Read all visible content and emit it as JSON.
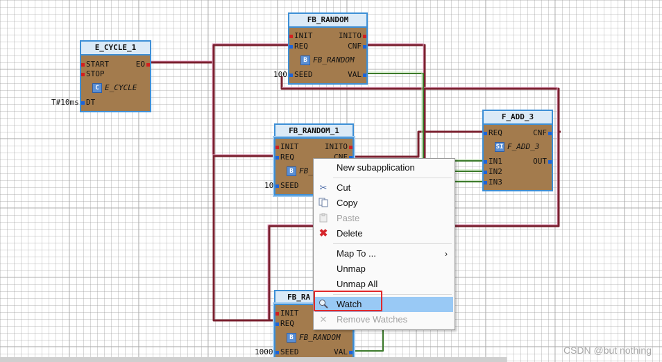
{
  "blocks": {
    "e_cycle": {
      "title": "E_CYCLE_1",
      "ports": {
        "start": "START",
        "stop": "STOP",
        "eo": "EO",
        "dt": "DT"
      },
      "type": "E_CYCLE",
      "type_badge": "C",
      "param_dt": "T#10ms"
    },
    "fb_random": {
      "title": "FB_RANDOM",
      "ports": {
        "init": "INIT",
        "req": "REQ",
        "inito": "INITO",
        "cnf": "CNF",
        "seed": "SEED",
        "val": "VAL"
      },
      "type": "FB_RANDOM",
      "type_badge": "B",
      "param_seed": "100"
    },
    "fb_random_1": {
      "title": "FB_RANDOM_1",
      "ports": {
        "init": "INIT",
        "req": "REQ",
        "inito": "INITO",
        "cnf": "CNF",
        "seed": "SEED"
      },
      "type": "FB_",
      "type_badge": "B",
      "param_seed": "10"
    },
    "fb_random_2": {
      "title": "FB_RA",
      "ports": {
        "init": "INIT",
        "req": "REQ",
        "seed": "SEED",
        "val": "VAL"
      },
      "type": "FB_RANDOM",
      "type_badge": "B",
      "param_seed": "1000"
    },
    "f_add_3": {
      "title": "F_ADD_3",
      "ports": {
        "req": "REQ",
        "cnf": "CNF",
        "in1": "IN1",
        "in2": "IN2",
        "in3": "IN3",
        "out": "OUT"
      },
      "type": "F_ADD_3",
      "type_badge": "SI"
    }
  },
  "context_menu": {
    "items": [
      {
        "label": "New subapplication",
        "icon": "none",
        "enabled": true
      },
      {
        "label": "Cut",
        "icon": "scissors-icon",
        "enabled": true
      },
      {
        "label": "Copy",
        "icon": "copy-icon",
        "enabled": true
      },
      {
        "label": "Paste",
        "icon": "paste-icon",
        "enabled": false
      },
      {
        "label": "Delete",
        "icon": "delete-icon",
        "enabled": true
      },
      {
        "label": "Map To ...",
        "icon": "none",
        "enabled": true,
        "submenu": true
      },
      {
        "label": "Unmap",
        "icon": "none",
        "enabled": true
      },
      {
        "label": "Unmap All",
        "icon": "none",
        "enabled": true
      },
      {
        "label": "Watch",
        "icon": "watch-icon",
        "enabled": true,
        "highlighted": true
      },
      {
        "label": "Remove Watches",
        "icon": "remove-watches-icon",
        "enabled": false
      }
    ],
    "submenu_arrow": "›"
  },
  "colors": {
    "event_wire": "#7a1f2e",
    "data_wire": "#3b7a2a",
    "block_body": "#a37b4d",
    "block_border": "#3d8fd6",
    "menu_highlight": "#99c9f5",
    "annotation_box": "#e0282b"
  },
  "watermark": "CSDN @but nothing"
}
